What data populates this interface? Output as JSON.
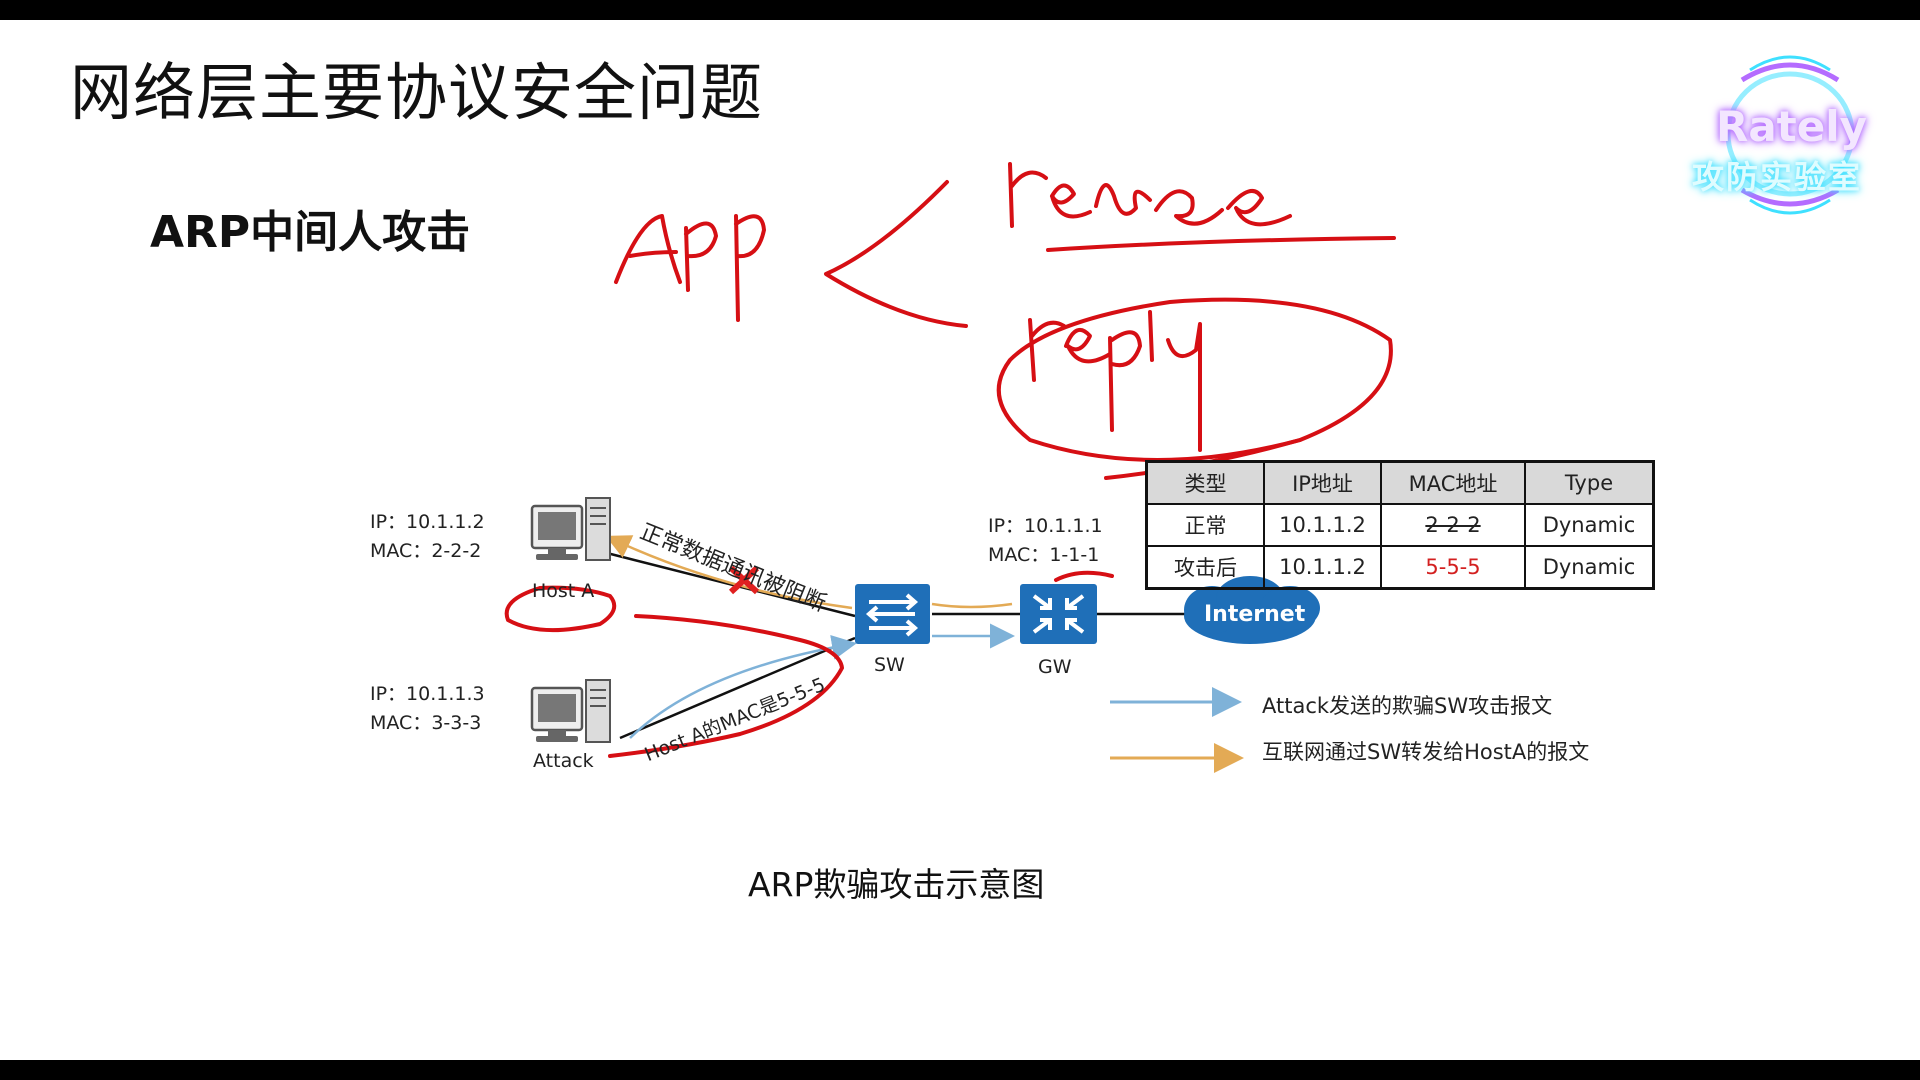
{
  "title": "网络层主要协议安全问题",
  "subtitle": "ARP中间人攻击",
  "logo": {
    "brand": "Rately",
    "tagline": "攻防实验室"
  },
  "hosts": {
    "host_a": {
      "ip": "IP：10.1.1.2",
      "mac": "MAC：2-2-2",
      "label": "Host A"
    },
    "attack": {
      "ip": "IP：10.1.1.3",
      "mac": "MAC：3-3-3",
      "label": "Attack"
    },
    "gw": {
      "ip": "IP：10.1.1.1",
      "mac_prefix": "MAC：",
      "mac_value": "1-1-1",
      "label": "GW"
    },
    "sw": {
      "label": "SW"
    },
    "internet": {
      "label": "Internet"
    }
  },
  "link_labels": {
    "blocked": "正常数据通讯被阻断",
    "spoof": "Host A的MAC是5-5-5"
  },
  "arp_table": {
    "headers": [
      "类型",
      "IP地址",
      "MAC地址",
      "Type"
    ],
    "rows": [
      [
        "正常",
        "10.1.1.2",
        "2-2-2",
        "Dynamic"
      ],
      [
        "攻击后",
        "10.1.1.2",
        "5-5-5",
        "Dynamic"
      ]
    ]
  },
  "legend": {
    "attack": "Attack发送的欺骗SW攻击报文",
    "internet": "互联网通过SW转发给HostA的报文"
  },
  "caption": "ARP欺骗攻击示意图",
  "colors": {
    "device_blue": "#1f6fb8",
    "arrow_blue": "#7fb2d8",
    "arrow_orange": "#e3aa55",
    "ink_red": "#d60f14",
    "cross_red": "#e02020"
  }
}
